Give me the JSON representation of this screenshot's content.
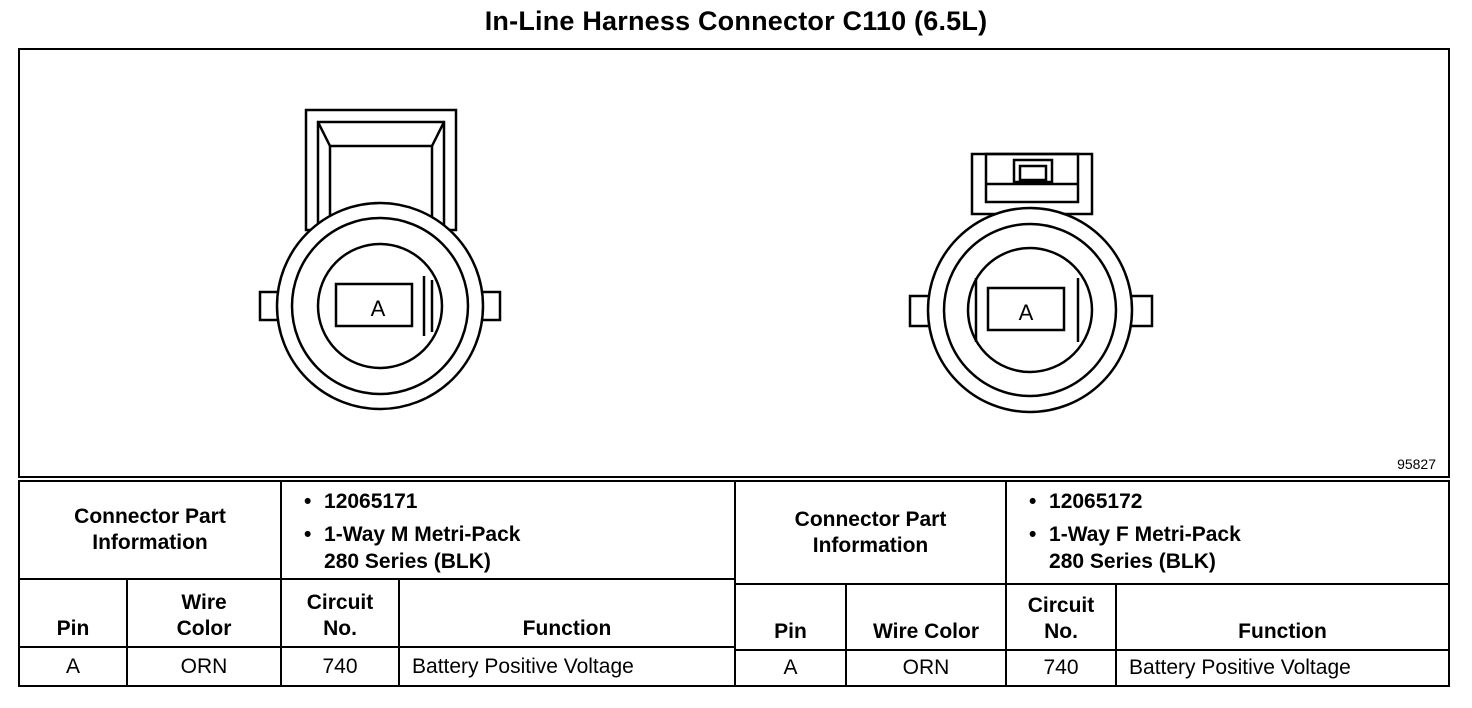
{
  "title": "In-Line Harness Connector C110 (6.5L)",
  "figure_id": "95827",
  "connectors": [
    {
      "pin_label": "A",
      "info_label": "Connector Part Information",
      "part_number": "12065171",
      "description_line1": "1-Way M Metri-Pack",
      "description_line2": "280 Series (BLK)",
      "columns": {
        "pin": "Pin",
        "wire_color_1": "Wire",
        "wire_color_2": "Color",
        "circuit_1": "Circuit",
        "circuit_2": "No.",
        "function": "Function"
      },
      "rows": [
        {
          "pin": "A",
          "wire_color": "ORN",
          "circuit": "740",
          "function": "Battery Positive Voltage"
        }
      ]
    },
    {
      "pin_label": "A",
      "info_label": "Connector Part Information",
      "part_number": "12065172",
      "description_line1": "1-Way F Metri-Pack",
      "description_line2": "280 Series (BLK)",
      "columns": {
        "pin": "Pin",
        "wire_color": "Wire Color",
        "circuit_1": "Circuit",
        "circuit_2": "No.",
        "function": "Function"
      },
      "rows": [
        {
          "pin": "A",
          "wire_color": "ORN",
          "circuit": "740",
          "function": "Battery Positive Voltage"
        }
      ]
    }
  ]
}
